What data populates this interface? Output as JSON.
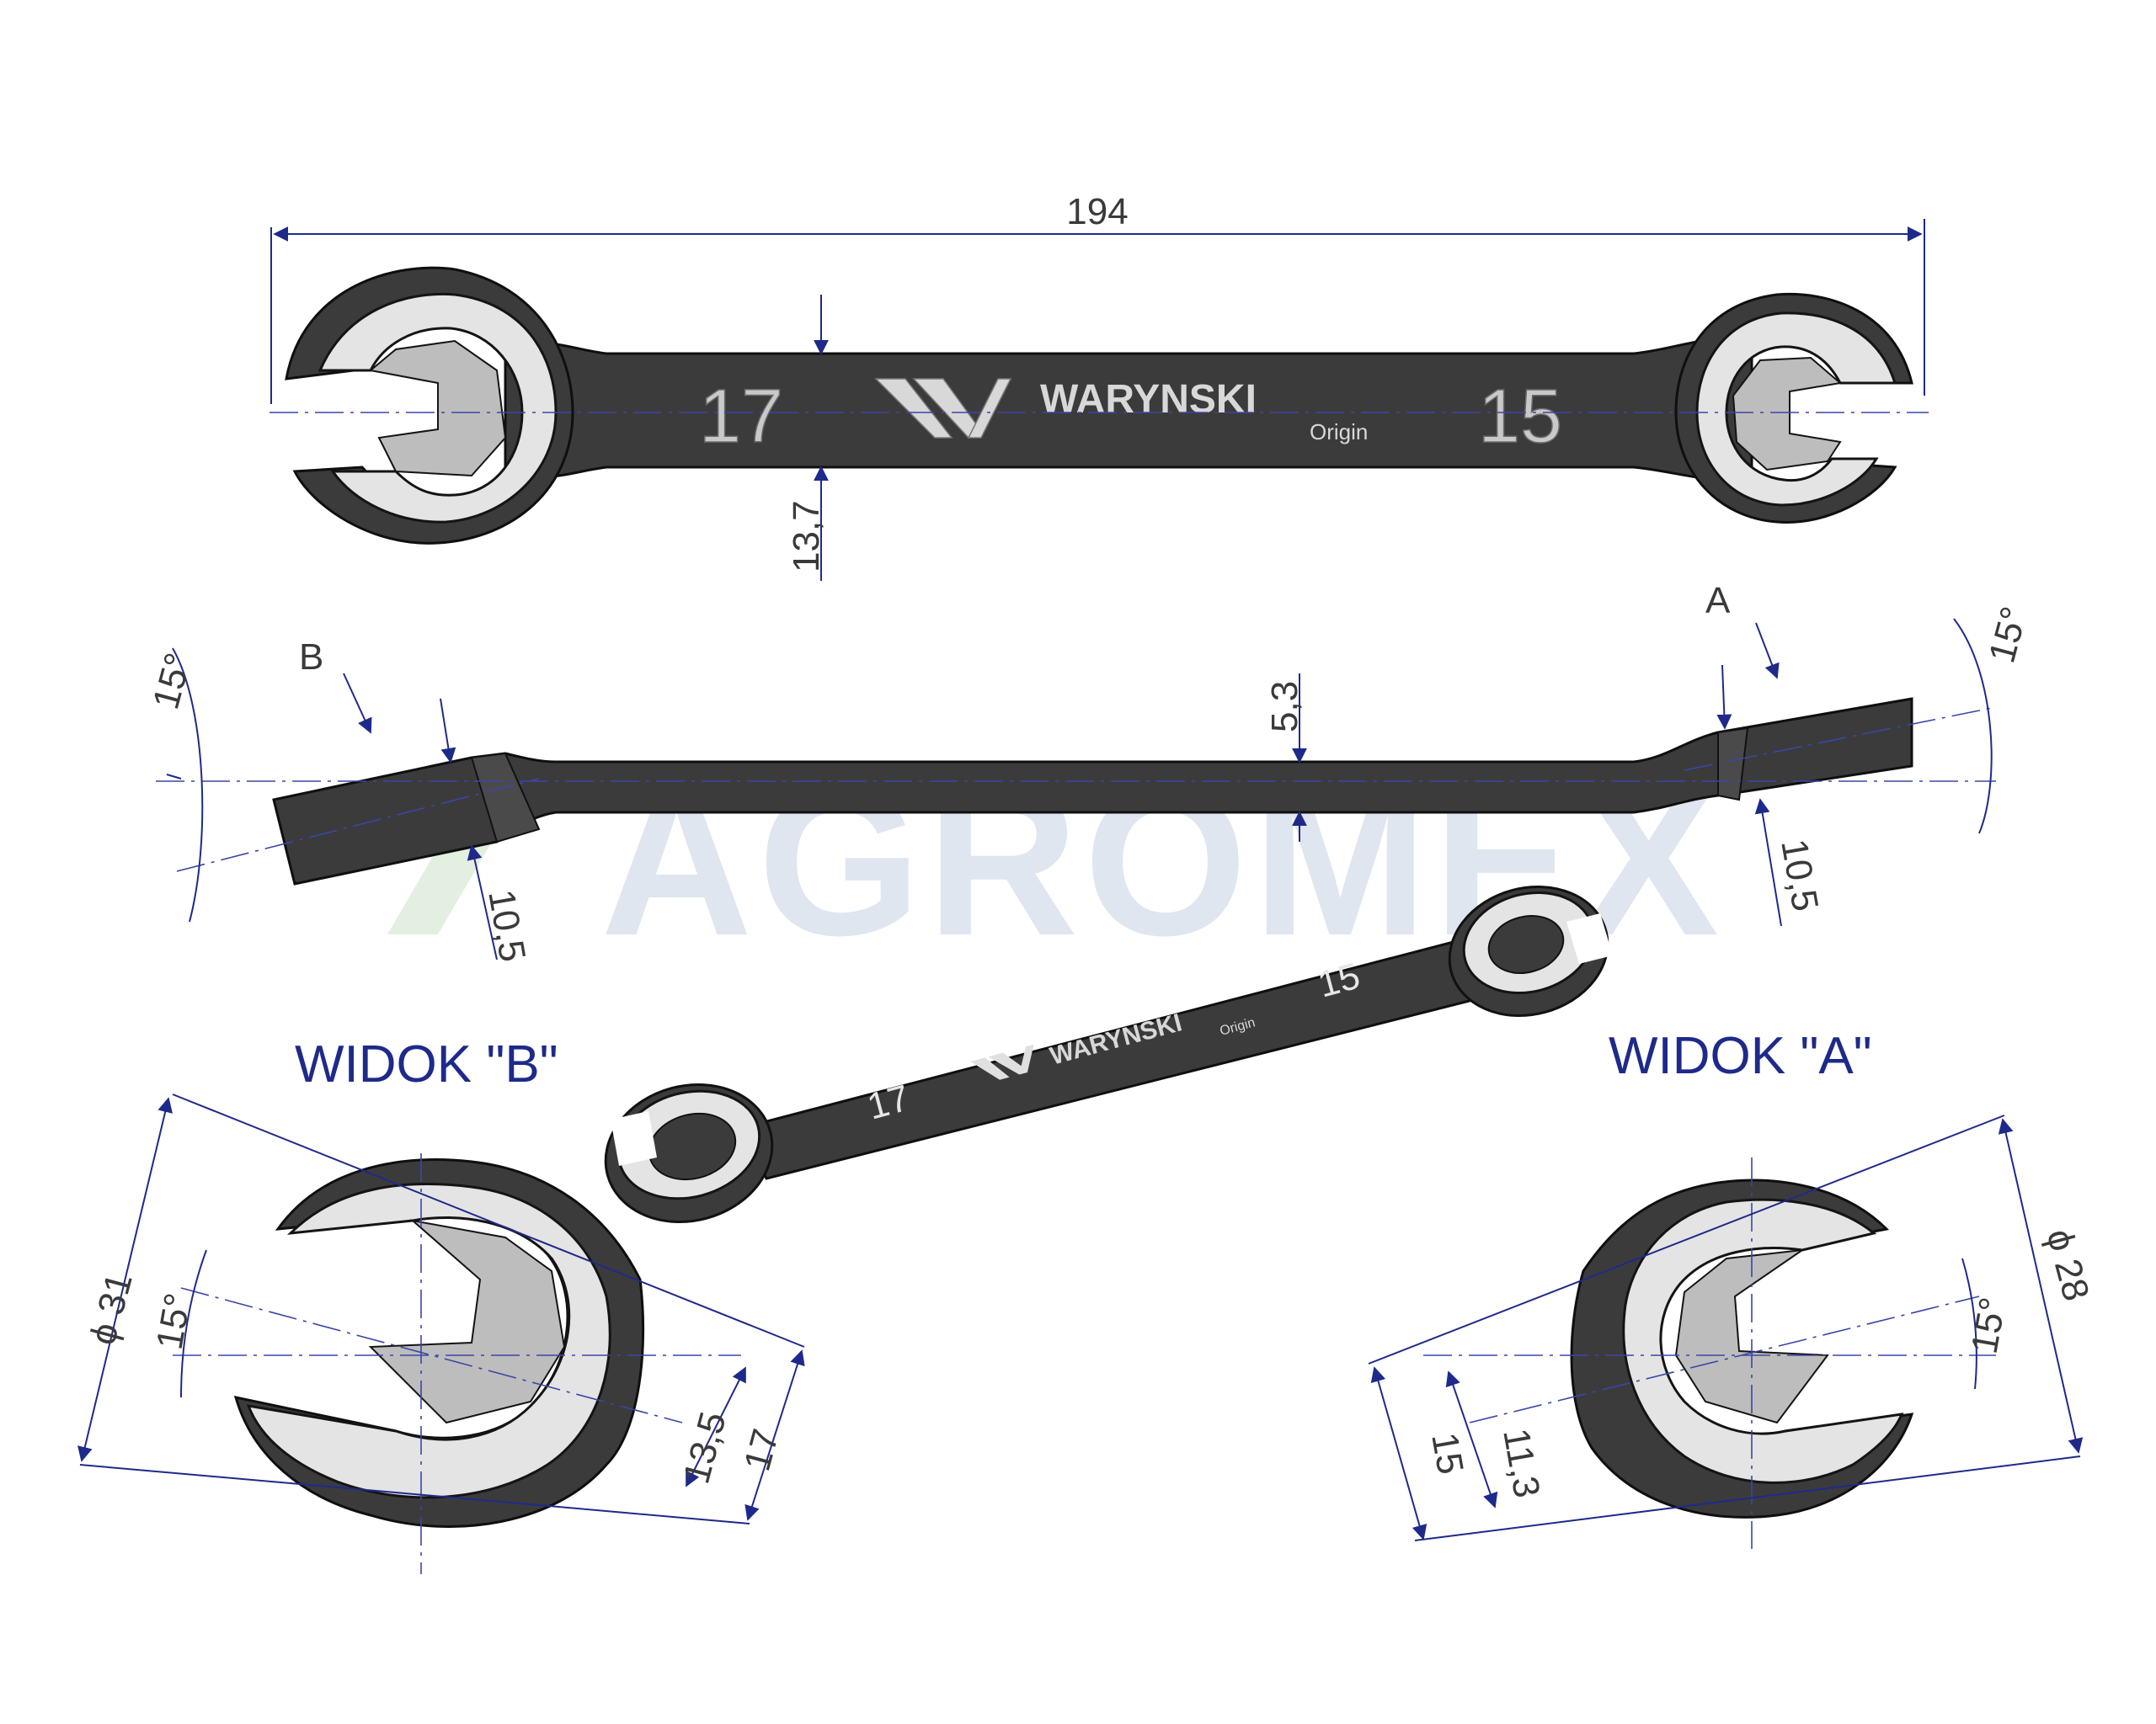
{
  "top_view": {
    "length": "194",
    "left_size": "17",
    "right_size": "15",
    "handle_width": "13,7",
    "brand": "WARYNSKI",
    "brand_sub": "Origin"
  },
  "side_view": {
    "label_a": "A",
    "label_b": "B",
    "angle_left": "15°",
    "angle_right": "15°",
    "thickness": "5,3",
    "head_left": "10,5",
    "head_right": "10,5"
  },
  "perspective": {
    "left_size": "17",
    "right_size": "15",
    "brand": "WARYNSKI",
    "brand_sub": "Origin"
  },
  "view_b": {
    "title": "WIDOK \"B\"",
    "diameter": "ϕ 31",
    "angle": "15°",
    "inner": "13,5",
    "outer": "17"
  },
  "view_a": {
    "title": "WIDOK \"A\"",
    "diameter": "ϕ 28",
    "angle": "15°",
    "inner": "11,3",
    "outer": "15"
  },
  "watermark": "AGROMEX",
  "colors": {
    "dimension": "#1e2a8a",
    "tool": "#3b3b3b",
    "chrome": "#e4e4e4",
    "watermark": "#dfe6f0"
  }
}
